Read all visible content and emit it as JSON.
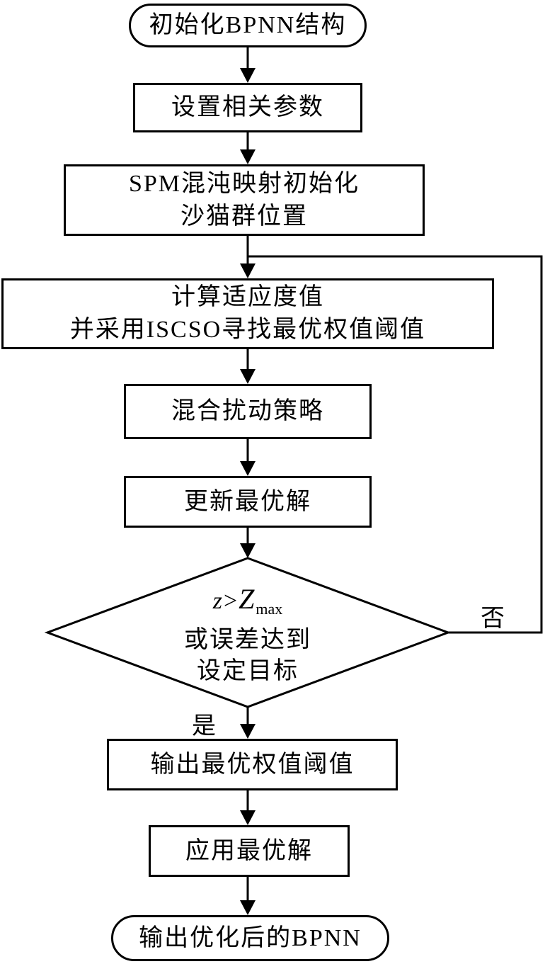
{
  "flowchart": {
    "background_color": "#ffffff",
    "stroke_color": "#000000",
    "text_color": "#000000",
    "nodes": [
      {
        "id": "start",
        "shape": "stadium",
        "label": "初始化BPNN结构"
      },
      {
        "id": "set-params",
        "shape": "rect",
        "label": "设置相关参数"
      },
      {
        "id": "spm-init",
        "shape": "rect",
        "lines": [
          "SPM混沌映射初始化",
          "沙猫群位置"
        ]
      },
      {
        "id": "fitness-iscso",
        "shape": "rect",
        "lines": [
          "计算适应度值",
          "并采用ISCSO寻找最优权值阈值"
        ]
      },
      {
        "id": "hybrid-perturbation",
        "shape": "rect",
        "label": "混合扰动策略"
      },
      {
        "id": "update-best",
        "shape": "rect",
        "label": "更新最优解"
      },
      {
        "id": "termination-decision",
        "shape": "diamond",
        "condition": {
          "lhs": "z",
          "op": ">",
          "rhs": "Z",
          "rhs_subscript": "max"
        },
        "lines": [
          "或误差达到",
          "设定目标"
        ]
      },
      {
        "id": "output-weights",
        "shape": "rect",
        "label": "输出最优权值阈值"
      },
      {
        "id": "apply-best",
        "shape": "rect",
        "label": "应用最优解"
      },
      {
        "id": "end",
        "shape": "stadium",
        "label": "输出优化后的BPNN"
      }
    ],
    "branch_labels": {
      "yes": "是",
      "no": "否"
    }
  }
}
